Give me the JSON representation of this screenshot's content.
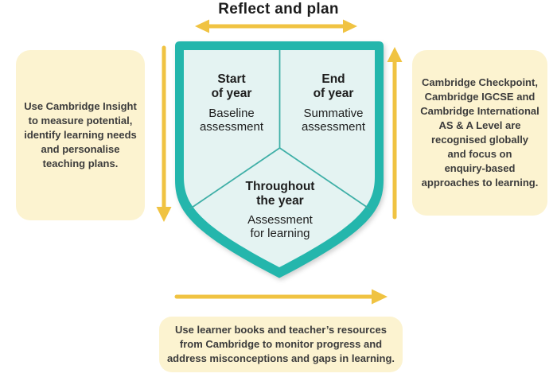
{
  "title": "Reflect and plan",
  "colors": {
    "teal": "#24b6ac",
    "shield_fill": "#e4f3f2",
    "divider": "#3fafa7",
    "arrow_yellow": "#f0c342",
    "note_cream": "#fcf3d0",
    "title_text": "#1c1c1c",
    "note_text": "#3c3c3c"
  },
  "shield": {
    "start_of_year": {
      "title": "Start\nof year",
      "body": "Baseline\nassessment"
    },
    "end_of_year": {
      "title": "End\nof year",
      "body": "Summative\nassessment"
    },
    "throughout_year": {
      "title": "Throughout\nthe year",
      "body": "Assessment\nfor learning"
    }
  },
  "notes": {
    "left": "Use Cambridge Insight\nto measure potential,\nidentify learning needs\nand personalise\nteaching plans.",
    "right": "Cambridge Checkpoint,\nCambridge IGCSE and\nCambridge International\nAS & A Level are\nrecognised globally\nand focus on\nenquiry-based\napproaches to learning.",
    "bottom": "Use learner books and teacher’s resources\nfrom Cambridge to monitor progress and\naddress misconceptions and gaps in learning."
  }
}
